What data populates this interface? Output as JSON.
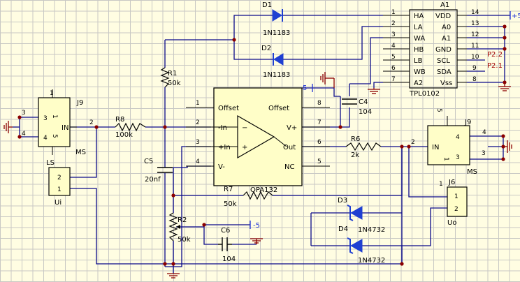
{
  "colors": {
    "background": "#fffde2",
    "grid": "#c8c8c4",
    "wire": "#0a0a8a",
    "component": "#000000",
    "diode": "#1f3fd2",
    "junction": "#8b0000",
    "power_label": "#1c2fd6",
    "net_label": "#a00000",
    "opamp_body": "#fffec8"
  },
  "components": {
    "d1": {
      "ref": "D1",
      "value": "1N1183"
    },
    "d2": {
      "ref": "D2",
      "value": "1N1183"
    },
    "a1": {
      "ref": "A1",
      "value": "TPL0102"
    },
    "r1": {
      "ref": "R1",
      "value": "50k"
    },
    "r8": {
      "ref": "R8",
      "value": "100k"
    },
    "r6": {
      "ref": "R6",
      "value": "2k"
    },
    "r7": {
      "ref": "R7",
      "value": "50k"
    },
    "r2": {
      "ref": "R2",
      "value": "50k"
    },
    "c4": {
      "ref": "C4",
      "value": "104"
    },
    "c5": {
      "ref": "C5",
      "value": "20nf"
    },
    "c6": {
      "ref": "C6",
      "value": "104"
    },
    "d3": {
      "ref": "D3",
      "value": "1N4732"
    },
    "d4": {
      "ref": "D4",
      "value": "1N4732"
    },
    "u1": {
      "ref": "OPA132"
    },
    "j9_left": {
      "ref": "J9",
      "ls": "LS",
      "ms": "MS",
      "in": "IN"
    },
    "j9_right": {
      "ref": "J9",
      "ms": "MS",
      "in": "IN"
    },
    "ui": {
      "ref": "Ui"
    },
    "j6": {
      "ref": "J6"
    },
    "uo": {
      "ref": "Uo"
    }
  },
  "a1_pins": {
    "left": [
      {
        "num": "1",
        "name": "HA"
      },
      {
        "num": "2",
        "name": "LA"
      },
      {
        "num": "3",
        "name": "WA"
      },
      {
        "num": "4",
        "name": "HB"
      },
      {
        "num": "5",
        "name": "LB"
      },
      {
        "num": "6",
        "name": "WB"
      },
      {
        "num": "7",
        "name": "A2"
      }
    ],
    "right": [
      {
        "num": "14",
        "name": "VDD"
      },
      {
        "num": "13",
        "name": "A0"
      },
      {
        "num": "12",
        "name": "A1"
      },
      {
        "num": "11",
        "name": "GND"
      },
      {
        "num": "10",
        "name": "SCL"
      },
      {
        "num": "9",
        "name": "SDA"
      },
      {
        "num": "8",
        "name": "Vss"
      }
    ]
  },
  "opamp_pins": {
    "left": [
      {
        "num": "1",
        "name": "Offset"
      },
      {
        "num": "2",
        "name": "-In"
      },
      {
        "num": "3",
        "name": "+In"
      },
      {
        "num": "4",
        "name": "V-"
      }
    ],
    "right": [
      {
        "num": "8",
        "name": "Offset"
      },
      {
        "num": "7",
        "name": "V+"
      },
      {
        "num": "6",
        "name": "Out"
      },
      {
        "num": "5",
        "name": "NC"
      }
    ],
    "minus_sign": "−",
    "plus_sign": "+"
  },
  "j9_left_pins": [
    "1",
    "2",
    "3",
    "4",
    "5"
  ],
  "j9_right_pins": [
    "5",
    "4",
    "3",
    "1",
    "2"
  ],
  "ui_pins": [
    "2",
    "1"
  ],
  "j6_pins": [
    "1",
    "2"
  ],
  "power": {
    "vplus_a1": "+5",
    "vplus_opamp": "5",
    "vminus": "-5"
  },
  "net_labels": {
    "p22": "P2.2",
    "p21": "P2.1"
  },
  "node_labels": {
    "j9_left_out": "2",
    "j9_right_in": "2"
  }
}
